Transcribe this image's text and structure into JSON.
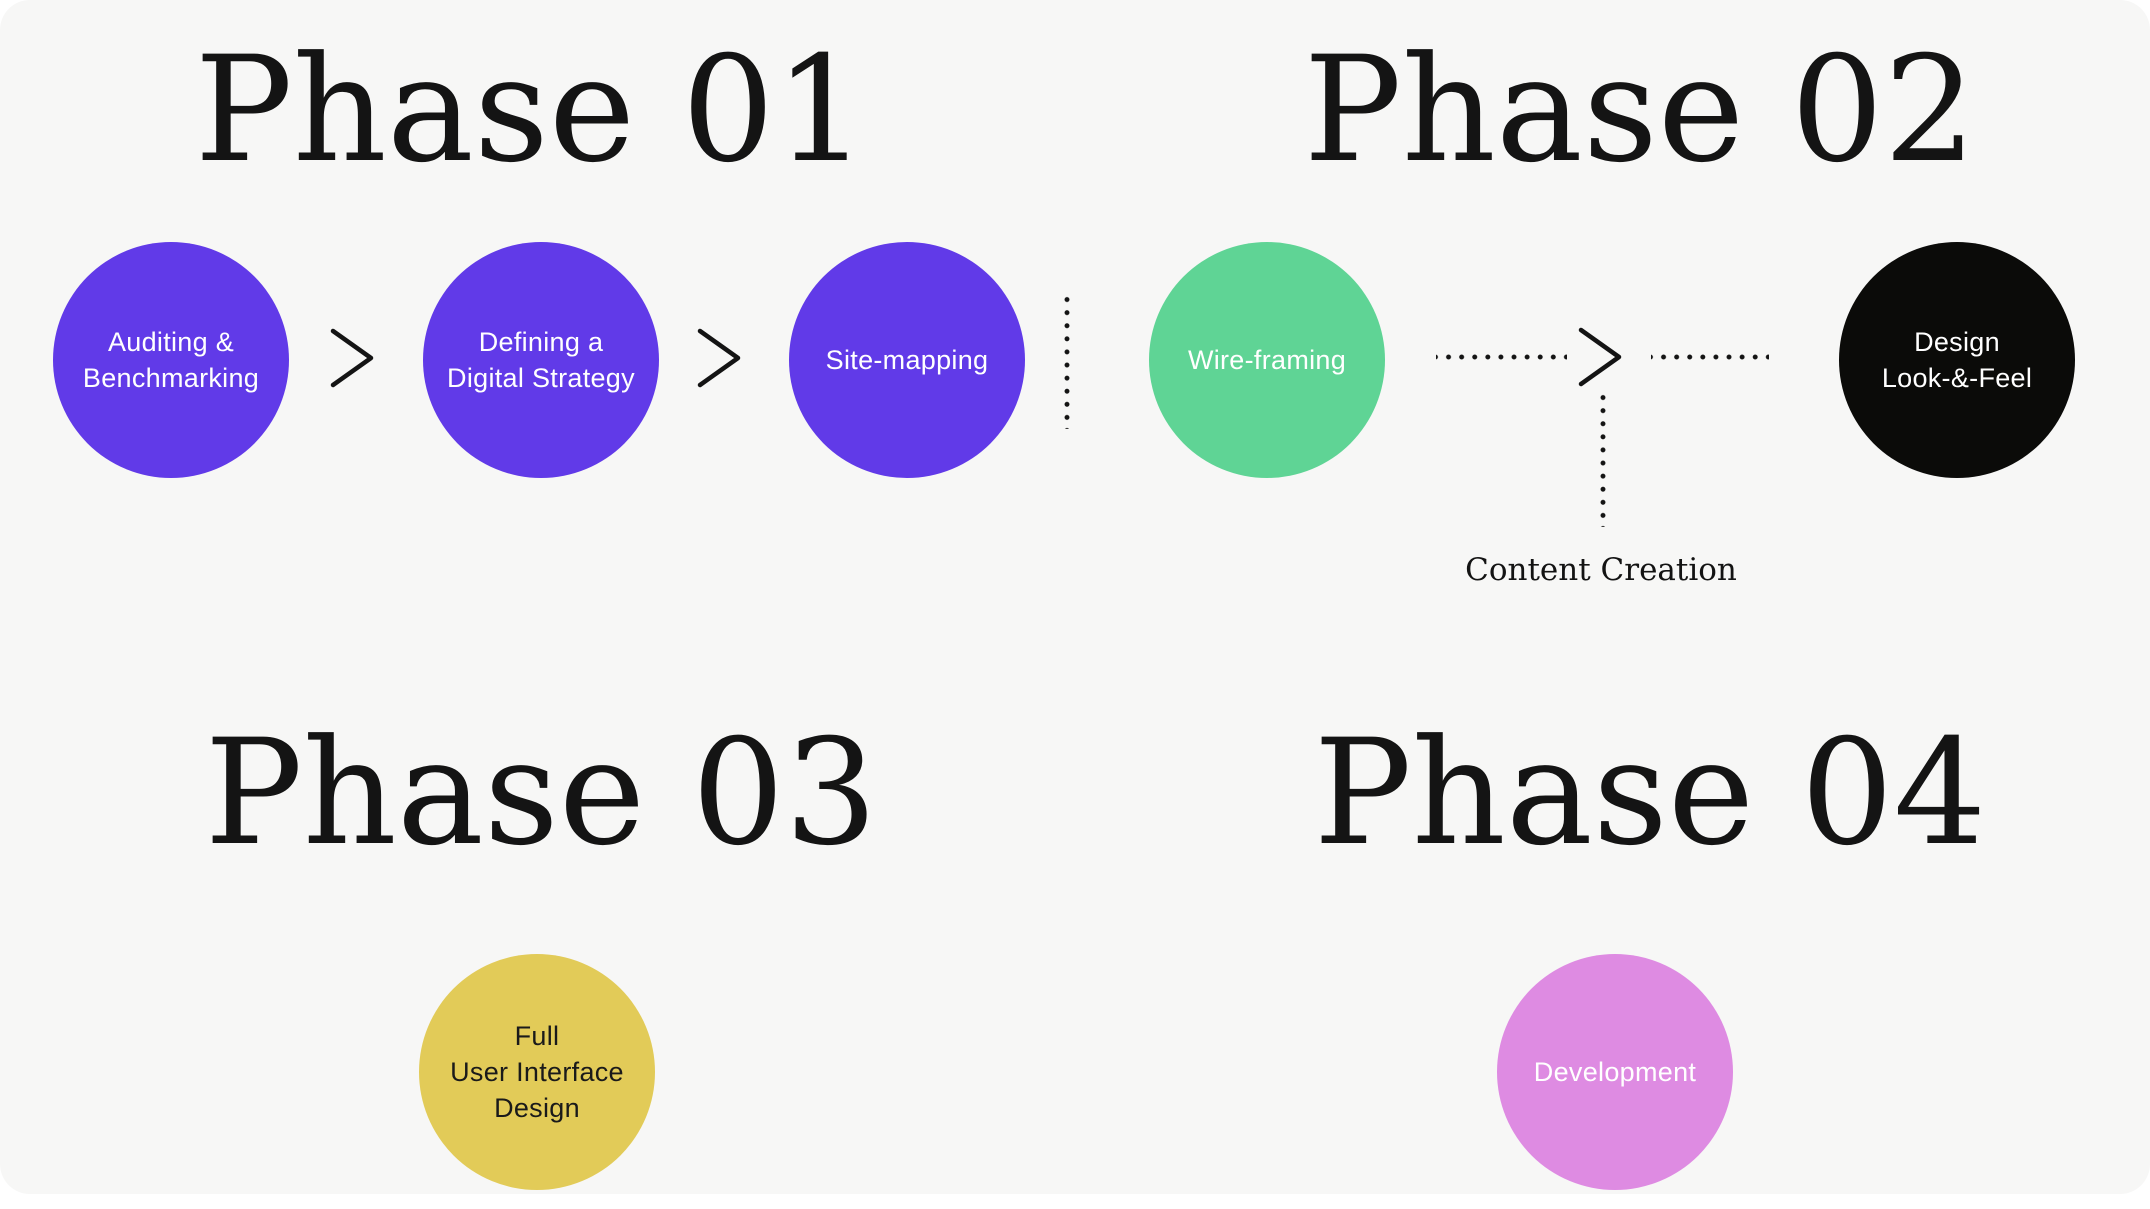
{
  "canvas": {
    "background": "#f7f7f6",
    "frame_background": "#ffffff"
  },
  "colors": {
    "purple": "#613ae8",
    "green": "#5fd495",
    "black": "#0b0b09",
    "yellow": "#e2cb58",
    "pink": "#de8be2",
    "ink": "#141414",
    "label_light": "#ffffff",
    "label_dark": "#1a1a1a"
  },
  "phase01": {
    "title": "Phase 01",
    "step1": {
      "line1": "Auditing &",
      "line2": "Benchmarking"
    },
    "step2": {
      "line1": "Defining a",
      "line2": "Digital Strategy"
    },
    "step3": {
      "line1": "Site-mapping"
    }
  },
  "phase02": {
    "title": "Phase 02",
    "step1": {
      "line1": "Wire-framing"
    },
    "step2": {
      "line1": "Design",
      "line2": "Look-&-Feel"
    },
    "annotation": "Content Creation"
  },
  "phase03": {
    "title": "Phase 03",
    "step1": {
      "line1": "Full",
      "line2": "User Interface",
      "line3": "Design"
    }
  },
  "phase04": {
    "title": "Phase 04",
    "step1": {
      "line1": "Development"
    }
  }
}
